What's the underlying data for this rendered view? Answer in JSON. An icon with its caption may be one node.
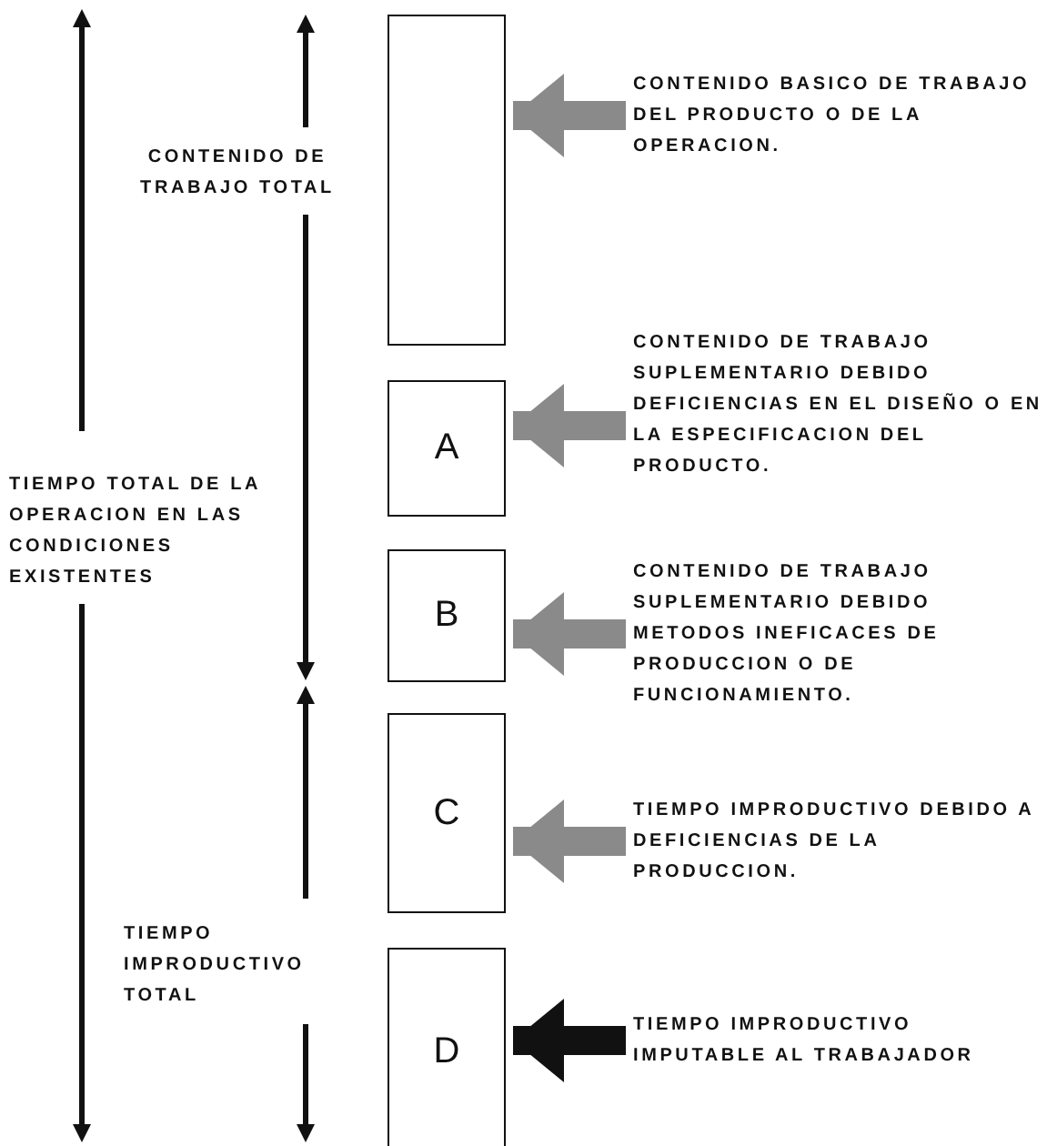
{
  "diagram": {
    "nodes": [
      {
        "text": [],
        "shape": "box"
      },
      {
        "text": [
          "A"
        ]
      },
      {
        "text": [
          "B"
        ]
      },
      {
        "text": [
          "C"
        ]
      },
      {
        "text": [
          "D"
        ]
      },
      {
        "text": [
          "CONTENIDO BASICO DE TRABAJO DEL PRODUCTO O DE LA OPERACION."
        ]
      },
      {
        "text": [
          "CONTENIDO DE TRABAJO SUPLEMENTARIO DEBIDO DEFICIENCIAS EN EL DISEÑO O EN LA ESPECIFICACION DEL PRODUCTO."
        ]
      },
      {
        "text": [
          "CONTENIDO DE TRABAJO SUPLEMENTARIO DEBIDO METODOS INEFICACES DE PRODUCCION O DE FUNCIONAMIENTO."
        ]
      },
      {
        "text": [
          "TIEMPO IMPRODUCTIVO DEBIDO A DEFICIENCIAS DE LA PRODUCCION."
        ]
      },
      {
        "text": [
          "TIEMPO IMPRODUCTIVO IMPUTABLE AL TRABAJADOR"
        ]
      }
    ],
    "edges": [
      {
        "from": 5,
        "to": 0,
        "arrow": "to"
      },
      {
        "from": 6,
        "to": 1,
        "arrow": "to"
      },
      {
        "from": 7,
        "to": 2,
        "arrow": "to"
      },
      {
        "from": 8,
        "to": 3,
        "arrow": "to"
      },
      {
        "from": 9,
        "to": 4,
        "arrow": "to",
        "color": "#111111"
      }
    ],
    "labels": [
      "CONTENIDO DE TRABAJO TOTAL",
      "TIEMPO TOTAL DE LA OPERACION EN LAS CONDICIONES EXISTENTES",
      "TIEMPO IMPRODUCTIVO TOTAL"
    ]
  }
}
